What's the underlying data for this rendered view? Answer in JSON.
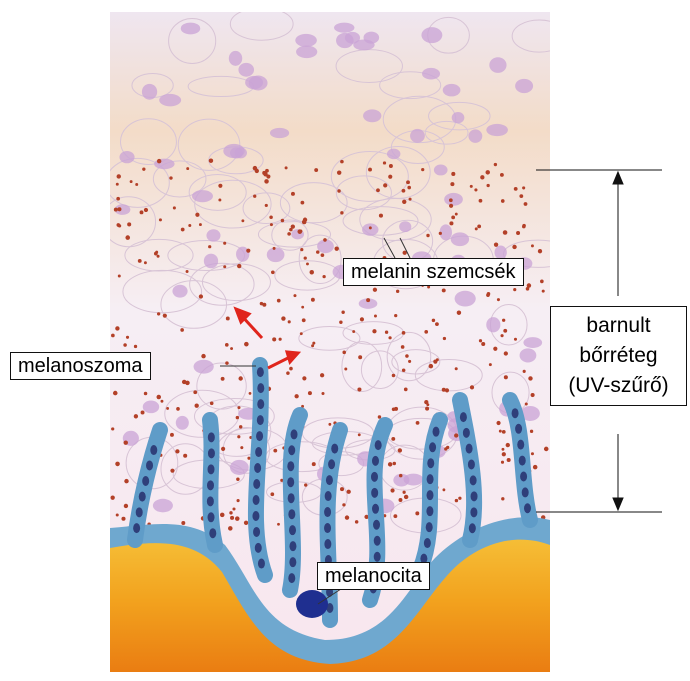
{
  "labels": {
    "melanin_granules": "melanin szemcsék",
    "melanosome": "melanoszoma",
    "melanocyte": "melanocita",
    "tanned_layer": [
      "barnult",
      "bőrréteg",
      "(UV-szűrő)"
    ]
  },
  "colors": {
    "arrow": "#e0251c",
    "melanocyte_blue": "#6fa8cf",
    "dermis_orange": "#f3a21c",
    "melanin_dot": "#b34028",
    "cell_nucleus": "#c9a3d6"
  }
}
